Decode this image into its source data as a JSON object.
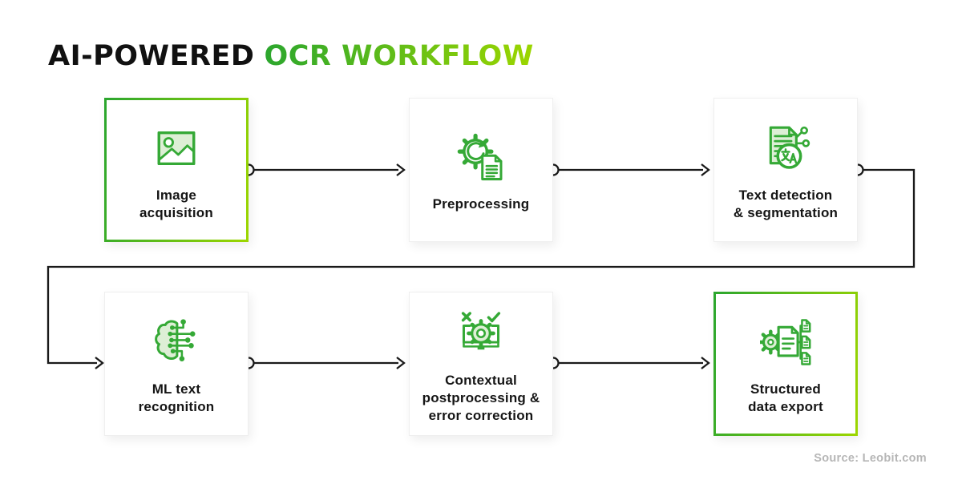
{
  "title": {
    "black_part": "AI-POWERED",
    "green_part": "OCR WORKFLOW"
  },
  "workflow": {
    "steps": [
      {
        "id": "image-acquisition",
        "label": "Image\nacquisition",
        "icon": "image-icon",
        "highlighted": true
      },
      {
        "id": "preprocessing",
        "label": "Preprocessing",
        "icon": "gear-refresh-document-icon",
        "highlighted": false
      },
      {
        "id": "text-detection-segmentation",
        "label": "Text detection\n& segmentation",
        "icon": "document-translate-icon",
        "highlighted": false
      },
      {
        "id": "ml-text-recognition",
        "label": "ML text\nrecognition",
        "icon": "brain-circuit-icon",
        "highlighted": false
      },
      {
        "id": "contextual-postprocessing",
        "label": "Contextual\npostprocessing &\nerror correction",
        "icon": "monitor-gear-check-icon",
        "highlighted": false
      },
      {
        "id": "structured-data-export",
        "label": "Structured\ndata export",
        "icon": "gear-documents-export-icon",
        "highlighted": true
      }
    ]
  },
  "source": "Source: Leobit.com",
  "colors": {
    "accent_green": "#35A936",
    "gradient_start": "#2BA62E",
    "gradient_end": "#9CD600",
    "icon_light_fill": "#DDEFD5",
    "text_black": "#111111",
    "connector_black": "#1a1a1a",
    "source_gray": "#B6B6B6"
  }
}
